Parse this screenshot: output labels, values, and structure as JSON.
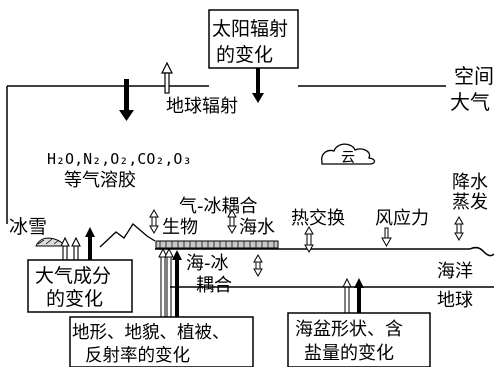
{
  "boxes": {
    "solar": [
      "太阳辐射",
      "的变化"
    ],
    "atmosphere_composition": [
      "大气成分",
      "的变化"
    ],
    "terrain": [
      "地形、地貌、植被、",
      "反射率的变化"
    ],
    "ocean_basin": [
      "海盆形状、含",
      "盐量的变化"
    ]
  },
  "labels": {
    "space": "空间",
    "atmosphere": "大气",
    "earth_radiation": "地球辐射",
    "composition_formula": "H₂O,N₂,O₂,CO₂,O₃",
    "aerosol": "等气溶胶",
    "cloud": "云",
    "air_ice_coupling": "气-冰耦合",
    "heat_exchange": "热交换",
    "wind_stress": "风应力",
    "precip_evap": [
      "降水",
      "蒸发"
    ],
    "ice_snow": "冰雪",
    "biology": "生物",
    "seawater": "海水",
    "sea_ice_coupling": [
      "海-冰",
      "耦合"
    ],
    "ocean": "海洋",
    "earth": "地球"
  }
}
